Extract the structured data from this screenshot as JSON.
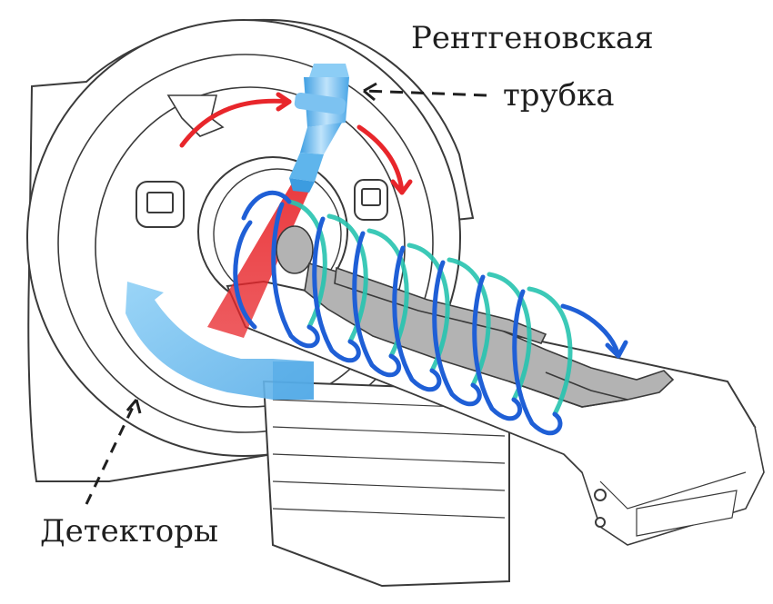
{
  "labels": {
    "xray_tube_line1": "Рентгеновская",
    "xray_tube_line2": "трубка",
    "detectors": "Детекторы"
  },
  "colors": {
    "outline": "#3a3a3a",
    "rotation_arrow": "#e8262b",
    "xray_tube": "#5cb4ec",
    "xray_beam": "#e8262b",
    "detector": "#7cc4f2",
    "helix_front": "#1f5fd6",
    "helix_back": "#27c4b0",
    "patient": "#b3b3b3"
  },
  "icons": [
    "rotation-arrow-icon",
    "helix-path-icon",
    "dashed-pointer-icon"
  ]
}
